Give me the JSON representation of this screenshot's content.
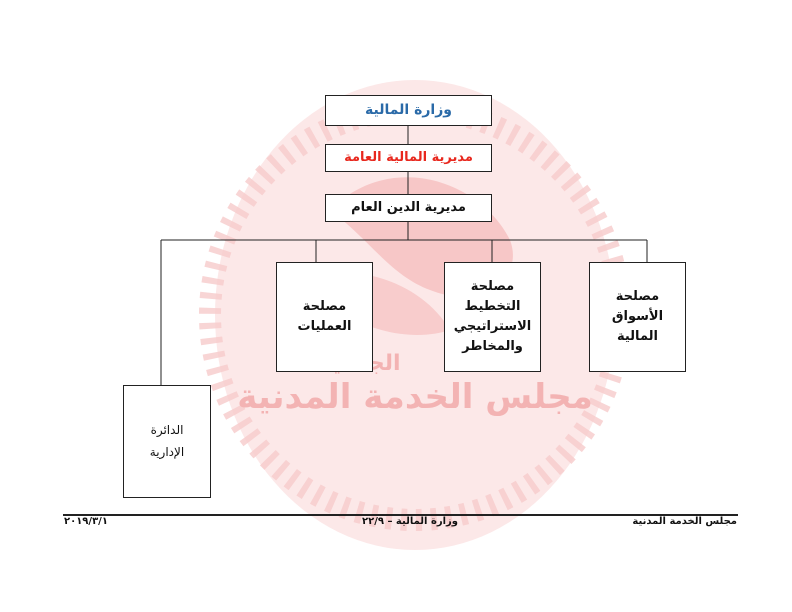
{
  "org_chart": {
    "ministry": "وزارة المالية",
    "ministry_color": "#2a6aa8",
    "directorate_general": "مديرية المالية العامة",
    "directorate_general_color": "#e8281e",
    "public_debt": "مديرية الدين العام",
    "dept_markets": "مصلحة\nالأسواق المالية",
    "dept_planning": "مصلحة التخطيط\nالاستراتيجي\nوالمخاطر",
    "dept_operations": "مصلحة العمليات",
    "admin_office": "الدائرة\nالإدارية"
  },
  "watermark": {
    "text_line1": "الجمعية",
    "text_line2": "مجلس الخدمة المدنية",
    "color": "#f7c4c4"
  },
  "footer": {
    "left": "٢٠١٩/٣/١",
    "center": "وزارة المالية – ٢٢/٩",
    "right": "مجلس الخدمة المدنية"
  }
}
